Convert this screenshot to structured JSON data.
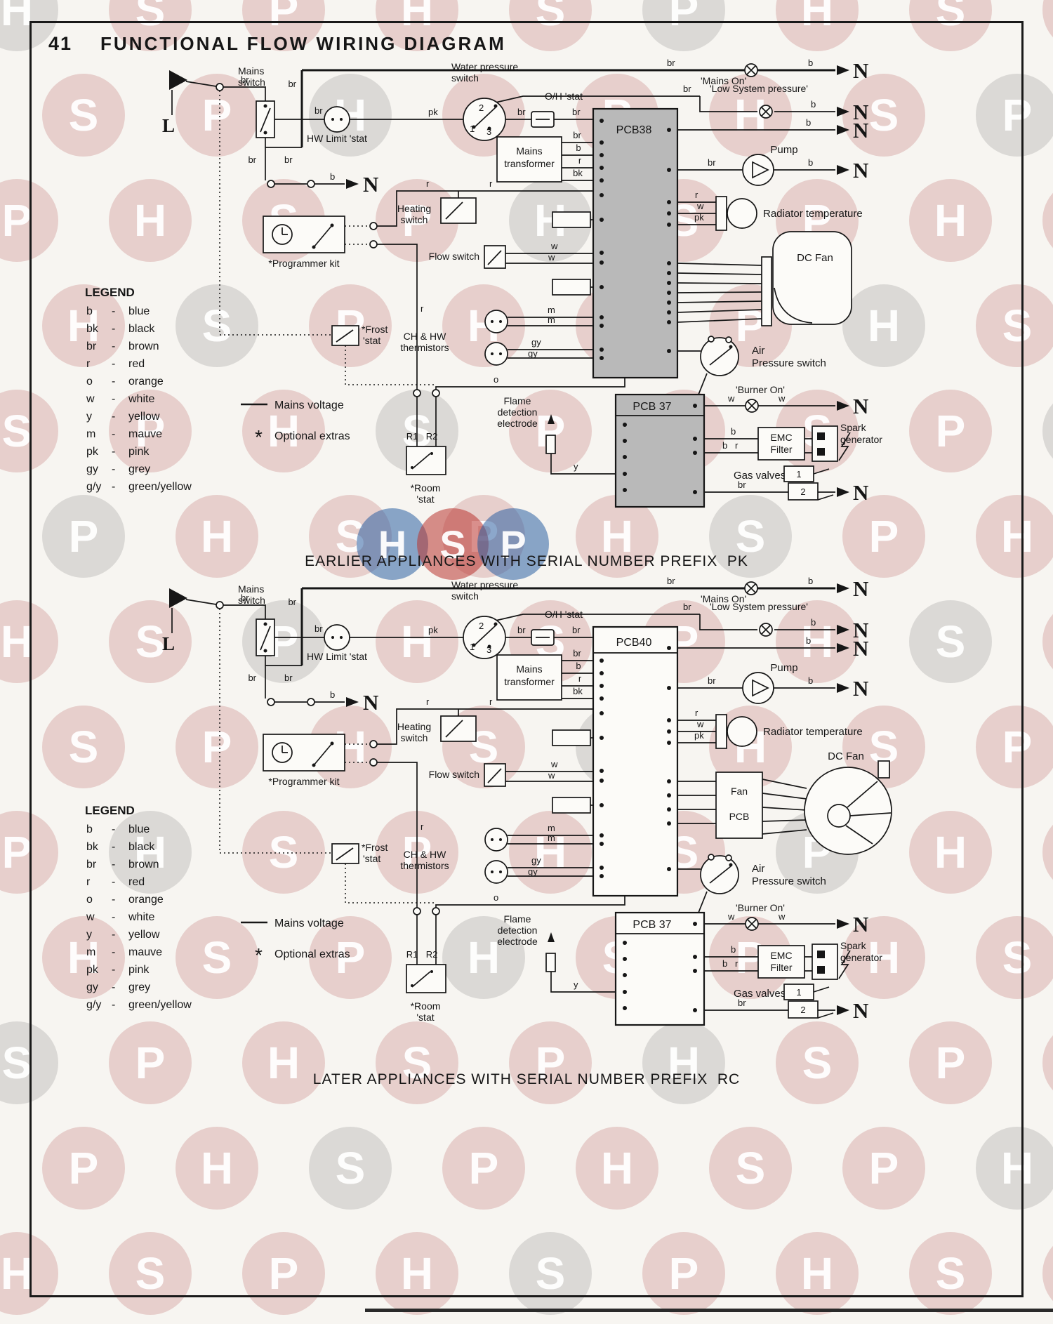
{
  "page": {
    "number": "41",
    "title": "FUNCTIONAL FLOW WIRING DIAGRAM"
  },
  "watermark": {
    "letters": [
      "H",
      "S",
      "P"
    ]
  },
  "captions": {
    "earlier": "EARLIER APPLIANCES WITH SERIAL NUMBER PREFIX  PK",
    "later": "LATER APPLIANCES WITH SERIAL NUMBER PREFIX  RC"
  },
  "legend": {
    "title": "LEGEND",
    "dash": "-",
    "entries": [
      {
        "code": "b",
        "name": "blue"
      },
      {
        "code": "bk",
        "name": "black"
      },
      {
        "code": "br",
        "name": "brown"
      },
      {
        "code": "r",
        "name": "red"
      },
      {
        "code": "o",
        "name": "orange"
      },
      {
        "code": "w",
        "name": "white"
      },
      {
        "code": "y",
        "name": "yellow"
      },
      {
        "code": "m",
        "name": "mauve"
      },
      {
        "code": "pk",
        "name": "pink"
      },
      {
        "code": "gy",
        "name": "grey"
      },
      {
        "code": "g/y",
        "name": "green/yellow"
      }
    ],
    "mains_voltage": "Mains voltage",
    "optional_marker": "*",
    "optional_extras": "Optional extras"
  },
  "wires": {
    "b": "b",
    "bk": "bk",
    "br": "br",
    "r": "r",
    "o": "o",
    "w": "w",
    "y": "y",
    "m": "m",
    "pk": "pk",
    "gy": "gy"
  },
  "labels": {
    "l": "L",
    "n": "N",
    "mains_switch_1": "Mains",
    "mains_switch_2": "switch",
    "hw_limit_stat": "HW Limit 'stat",
    "water_pressure_1": "Water pressure",
    "water_pressure_2": "switch",
    "wps_t1": "1",
    "wps_t2": "2",
    "wps_t3": "3",
    "oh_stat": "O/H 'stat",
    "mains_on": "'Mains On'",
    "low_system_pressure": "'Low System pressure'",
    "pump": "Pump",
    "radiator_temperature": "Radiator temperature",
    "dc_fan": "DC Fan",
    "heating_switch_1": "Heating",
    "heating_switch_2": "switch",
    "flow_switch": "Flow switch",
    "programmer_kit": "*Programmer kit",
    "frost_stat_1": "*Frost",
    "frost_stat_2": "'stat",
    "thermistors_1": "CH & HW",
    "thermistors_2": "thermistors",
    "flame_1": "Flame",
    "flame_2": "detection",
    "flame_3": "electrode",
    "air_pressure_1": "Air",
    "air_pressure_2": "Pressure switch",
    "burner_on": "'Burner On'",
    "spark_1": "Spark",
    "spark_2": "generator",
    "emc_1": "EMC",
    "emc_2": "Filter",
    "gas_valves": "Gas valves",
    "valve_1": "1",
    "valve_2": "2",
    "room_stat_1": "*Room",
    "room_stat_2": "'stat",
    "r1": "R1",
    "r2": "R2",
    "mains_transformer_1": "Mains",
    "mains_transformer_2": "transformer",
    "pcb38": "PCB38",
    "pcb40": "PCB40",
    "pcb37": "PCB 37",
    "fan_pcb_1": "Fan",
    "fan_pcb_2": "PCB"
  }
}
